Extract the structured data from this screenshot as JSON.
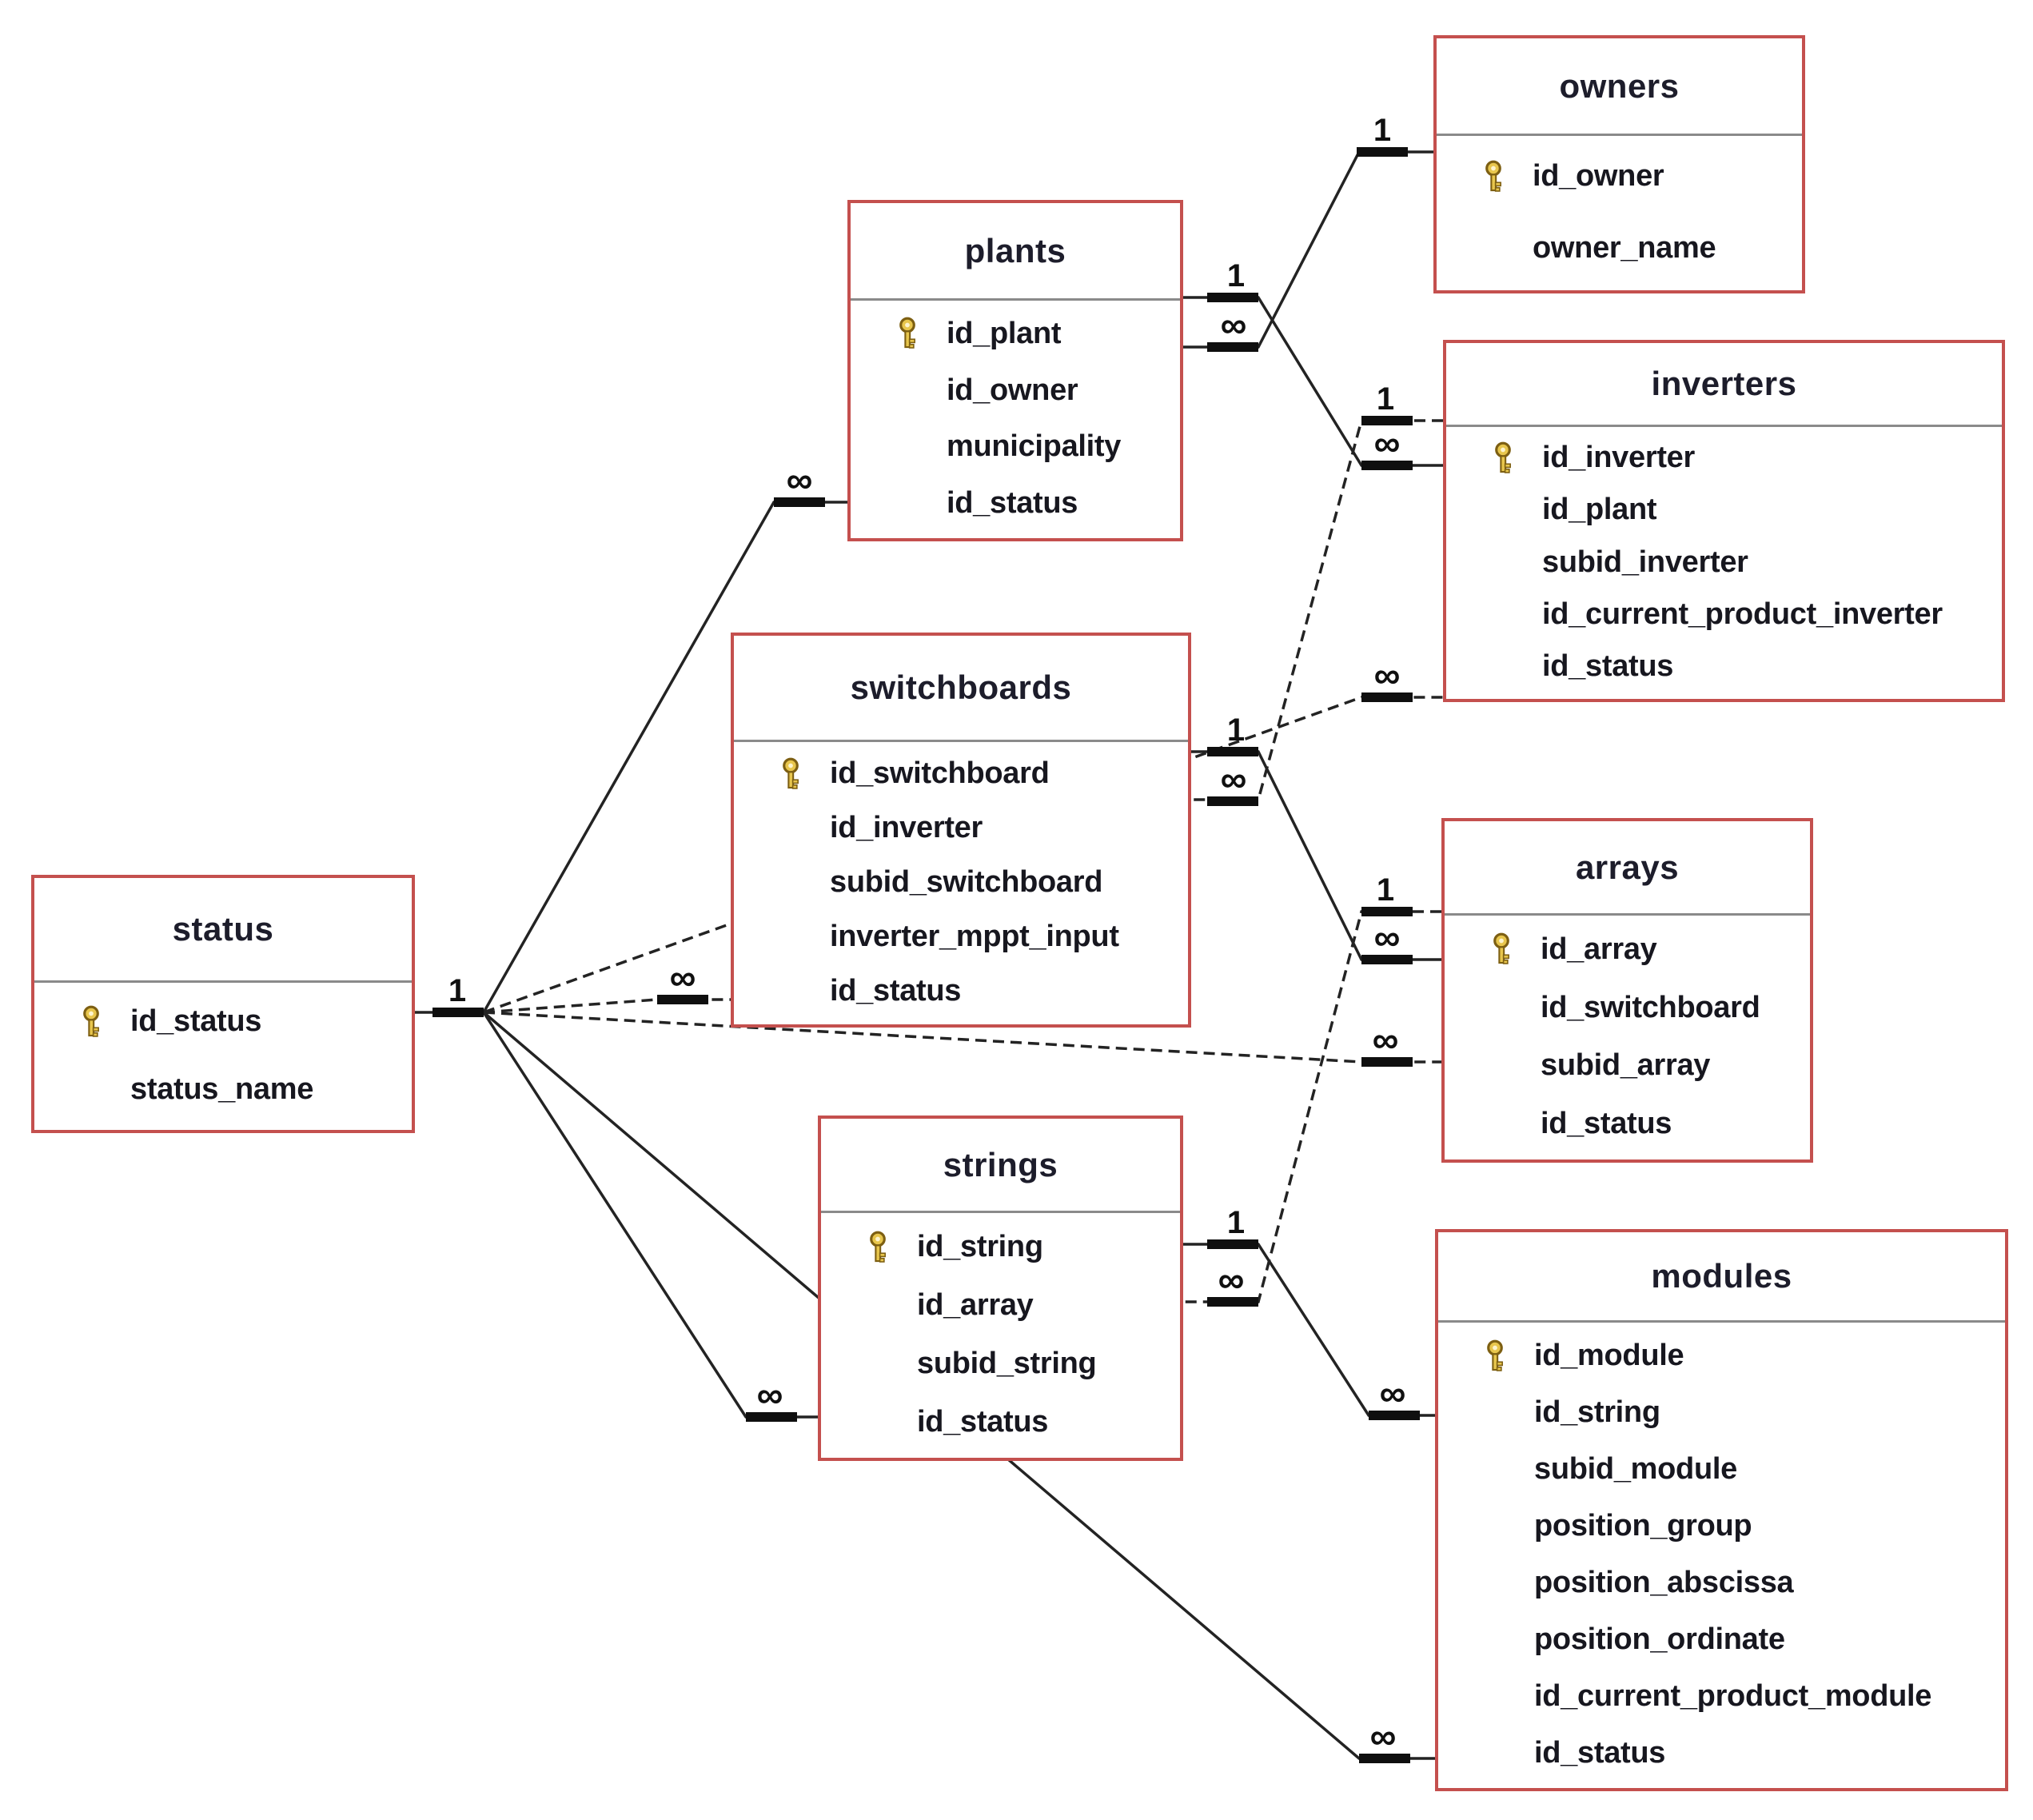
{
  "diagram": {
    "cardinality": {
      "one": "1",
      "many": "∞"
    },
    "icons": {
      "primary_key": "gold-key"
    },
    "colors": {
      "table_border": "#c4504e",
      "divider": "#8a8a8a",
      "text": "#17171f",
      "line": "#232323",
      "marker": "#0f0f0f",
      "key_gold": "#e8c64d",
      "background": "#ffffff"
    },
    "tables": [
      {
        "id": "status",
        "title": "status",
        "fields": [
          {
            "name": "id_status",
            "key": true
          },
          {
            "name": "status_name",
            "key": false
          }
        ]
      },
      {
        "id": "plants",
        "title": "plants",
        "fields": [
          {
            "name": "id_plant",
            "key": true
          },
          {
            "name": "id_owner",
            "key": false
          },
          {
            "name": "municipality",
            "key": false
          },
          {
            "name": "id_status",
            "key": false
          }
        ]
      },
      {
        "id": "owners",
        "title": "owners",
        "fields": [
          {
            "name": "id_owner",
            "key": true
          },
          {
            "name": "owner_name",
            "key": false
          }
        ]
      },
      {
        "id": "inverters",
        "title": "inverters",
        "fields": [
          {
            "name": "id_inverter",
            "key": true
          },
          {
            "name": "id_plant",
            "key": false
          },
          {
            "name": "subid_inverter",
            "key": false
          },
          {
            "name": "id_current_product_inverter",
            "key": false
          },
          {
            "name": "id_status",
            "key": false
          }
        ]
      },
      {
        "id": "switchboards",
        "title": "switchboards",
        "fields": [
          {
            "name": "id_switchboard",
            "key": true
          },
          {
            "name": "id_inverter",
            "key": false
          },
          {
            "name": "subid_switchboard",
            "key": false
          },
          {
            "name": "inverter_mppt_input",
            "key": false
          },
          {
            "name": "id_status",
            "key": false
          }
        ]
      },
      {
        "id": "arrays",
        "title": "arrays",
        "fields": [
          {
            "name": "id_array",
            "key": true
          },
          {
            "name": "id_switchboard",
            "key": false
          },
          {
            "name": "subid_array",
            "key": false
          },
          {
            "name": "id_status",
            "key": false
          }
        ]
      },
      {
        "id": "strings",
        "title": "strings",
        "fields": [
          {
            "name": "id_string",
            "key": true
          },
          {
            "name": "id_array",
            "key": false
          },
          {
            "name": "subid_string",
            "key": false
          },
          {
            "name": "id_status",
            "key": false
          }
        ]
      },
      {
        "id": "modules",
        "title": "modules",
        "fields": [
          {
            "name": "id_module",
            "key": true
          },
          {
            "name": "id_string",
            "key": false
          },
          {
            "name": "subid_module",
            "key": false
          },
          {
            "name": "position_group",
            "key": false
          },
          {
            "name": "position_abscissa",
            "key": false
          },
          {
            "name": "position_ordinate",
            "key": false
          },
          {
            "name": "id_current_product_module",
            "key": false
          },
          {
            "name": "id_status",
            "key": false
          }
        ]
      }
    ],
    "relationships": [
      {
        "one": "owners",
        "many": "plants",
        "one_label": "1",
        "many_label": "∞"
      },
      {
        "one": "plants",
        "many": "inverters",
        "one_label": "1",
        "many_label": "∞"
      },
      {
        "one": "inverters",
        "many": "switchboards",
        "one_label": "1",
        "many_label": "∞"
      },
      {
        "one": "switchboards",
        "many": "arrays",
        "one_label": "1",
        "many_label": "∞"
      },
      {
        "one": "arrays",
        "many": "strings",
        "one_label": "1",
        "many_label": "∞"
      },
      {
        "one": "strings",
        "many": "modules",
        "one_label": "1",
        "many_label": "∞"
      },
      {
        "one": "status",
        "many": "plants",
        "one_label": "1",
        "many_label": "∞"
      },
      {
        "one": "status",
        "many": "switchboards",
        "one_label": "1",
        "many_label": "∞"
      },
      {
        "one": "status",
        "many": "inverters",
        "one_label": "1",
        "many_label": "∞"
      },
      {
        "one": "status",
        "many": "arrays",
        "one_label": "1",
        "many_label": "∞"
      },
      {
        "one": "status",
        "many": "strings",
        "one_label": "1",
        "many_label": "∞"
      },
      {
        "one": "status",
        "many": "modules",
        "one_label": "1",
        "many_label": "∞"
      }
    ]
  }
}
